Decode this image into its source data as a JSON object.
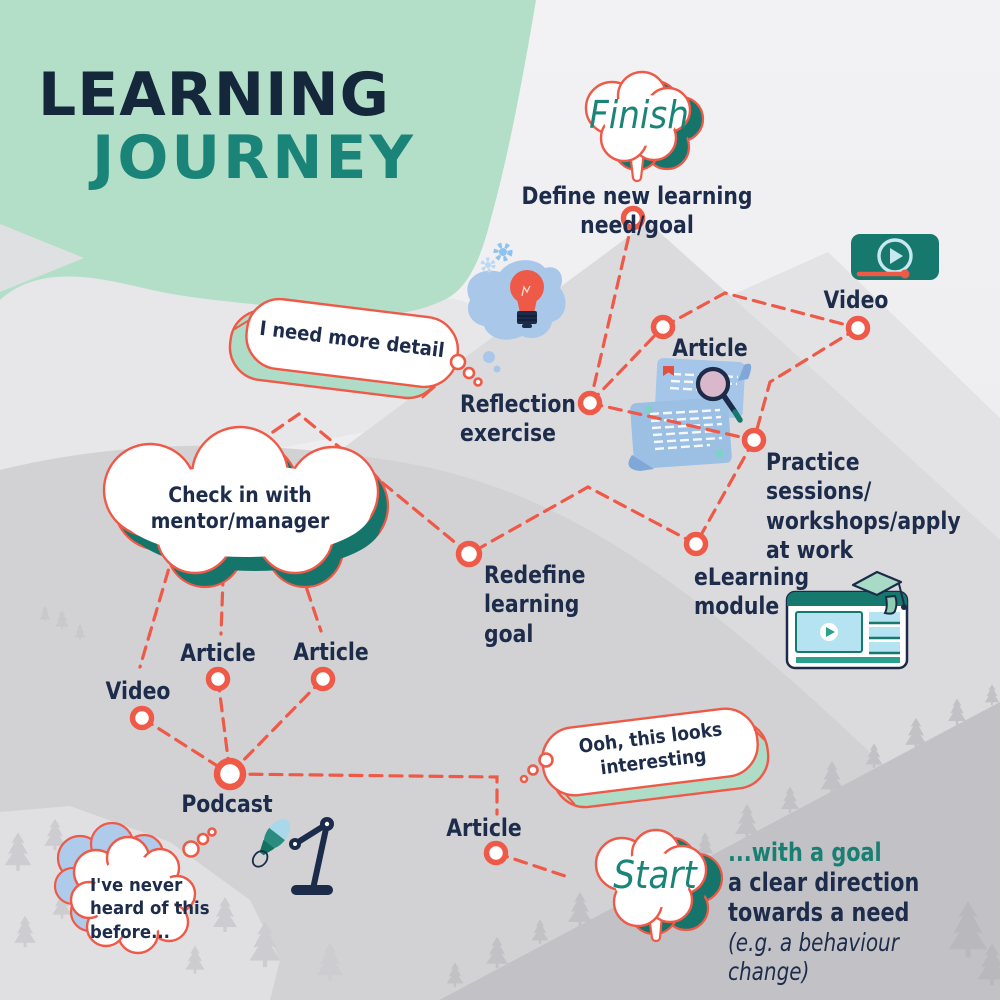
{
  "title": {
    "line1": "LEARNING",
    "line2": "JOURNEY"
  },
  "endpoints": {
    "finish": "Finish",
    "start": "Start"
  },
  "steps": {
    "define": "Define new learning need/goal",
    "video_top": "Video",
    "article_top": "Article",
    "reflection": "Reflection\nexercise",
    "practice": "Practice sessions/\nworkshops/apply\nat work",
    "elearning": "eLearning\nmodule",
    "redefine": "Redefine\nlearning\ngoal",
    "article_mid_left": "Article",
    "article_mid_right": "Article",
    "video_left": "Video",
    "podcast": "Podcast",
    "article_bottom": "Article"
  },
  "bubbles": {
    "need_detail": "I need more detail",
    "check_in": "Check in with\nmentor/manager",
    "interesting": "Ooh, this looks\ninteresting",
    "never_heard": "I've never\nheard of this\nbefore..."
  },
  "start_caption": {
    "line1": "...with a goal",
    "line2": "a clear direction",
    "line3": "towards a need",
    "line4": "(e.g. a behaviour change)"
  },
  "icons": {
    "video_player": "video-player-icon",
    "lightbulb": "lightbulb-icon",
    "gears": "gears-icon",
    "article_scroll": "article-scroll-magnifier-icon",
    "elearning_module": "elearning-window-gradcap-icon",
    "microphone": "podcast-microphone-icon"
  },
  "colors": {
    "accent_orange": "#EF5947",
    "navy_text": "#1D2C4B",
    "teal_text": "#1B8478",
    "dark_teal_shadow": "#15756B",
    "player_teal": "#17796D",
    "mint": "#AEDCC6",
    "blob_green": "#B3DFC9",
    "splash_blue": "#A9C7E9",
    "cloud_blue": "#AECBEC"
  }
}
